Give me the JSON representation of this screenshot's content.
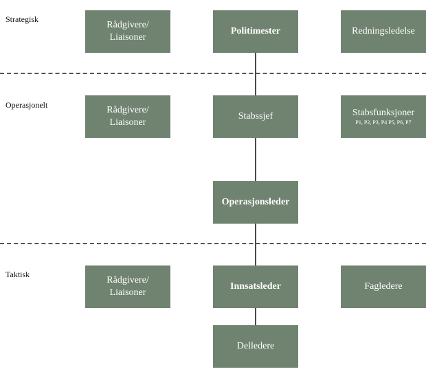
{
  "levels": {
    "strategic": "Strategisk",
    "operational": "Operasjonelt",
    "tactical": "Taktisk"
  },
  "boxes": {
    "strategic_advisors": "Rådgivere/\nLiaisoner",
    "police_chief": "Politimester",
    "rescue_management": "Redningsledelse",
    "operational_advisors": "Rådgivere/\nLiaisoner",
    "chief_of_staff": "Stabssjef",
    "staff_functions": "Stabsfunksjoner",
    "staff_functions_sub": "P1, P2, P3, P4 P5, P6, P7",
    "operations_leader": "Operasjonsleder",
    "tactical_advisors": "Rådgivere/\nLiaisoner",
    "incident_commander": "Innsatsleder",
    "specialist_leaders": "Fagledere",
    "sub_leaders": "Delledere"
  },
  "colors": {
    "box_fill": "#6f8370",
    "box_text": "#ffffff",
    "connector": "#4a4a4a",
    "divider": "#555555"
  }
}
